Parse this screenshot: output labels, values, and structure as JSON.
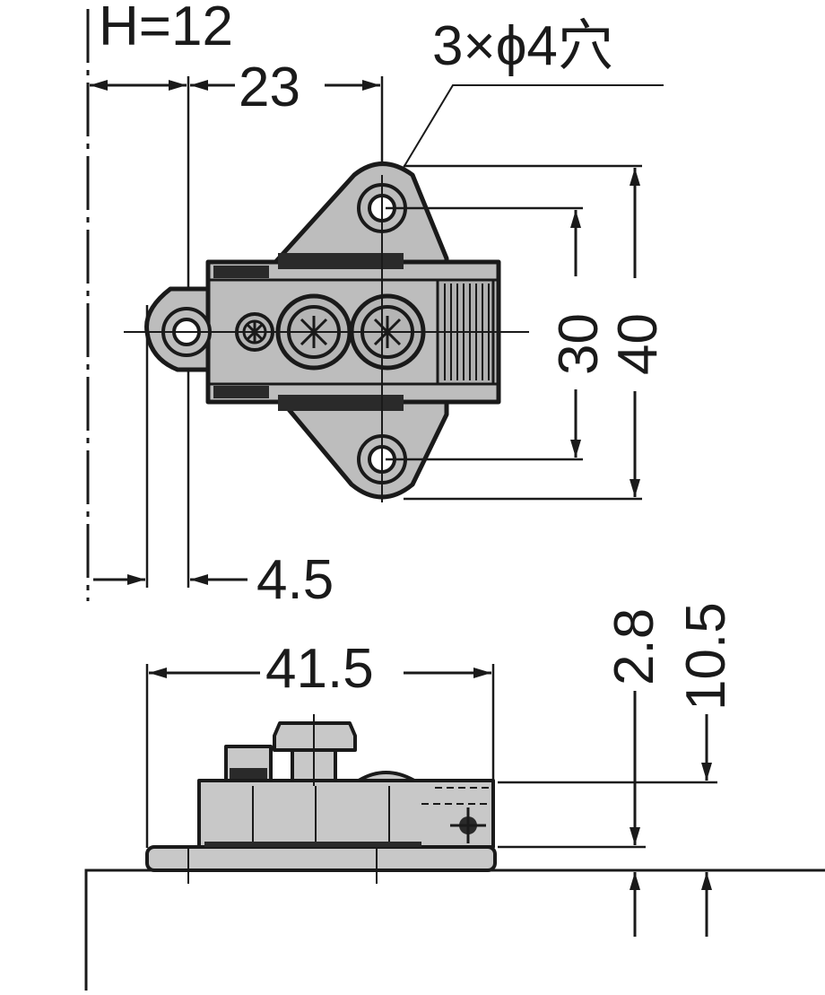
{
  "drawing": {
    "dims": {
      "h": "H=12",
      "d23": "23",
      "holes": "3×ϕ4穴",
      "d30": "30",
      "d40": "40",
      "d4_5": "4.5",
      "d41_5": "41.5",
      "d2_8": "2.8",
      "d10_5": "10.5"
    },
    "colors": {
      "ink": "#1a1a1a",
      "part_fill": "#bdbdbd",
      "background": "#ffffff"
    }
  }
}
